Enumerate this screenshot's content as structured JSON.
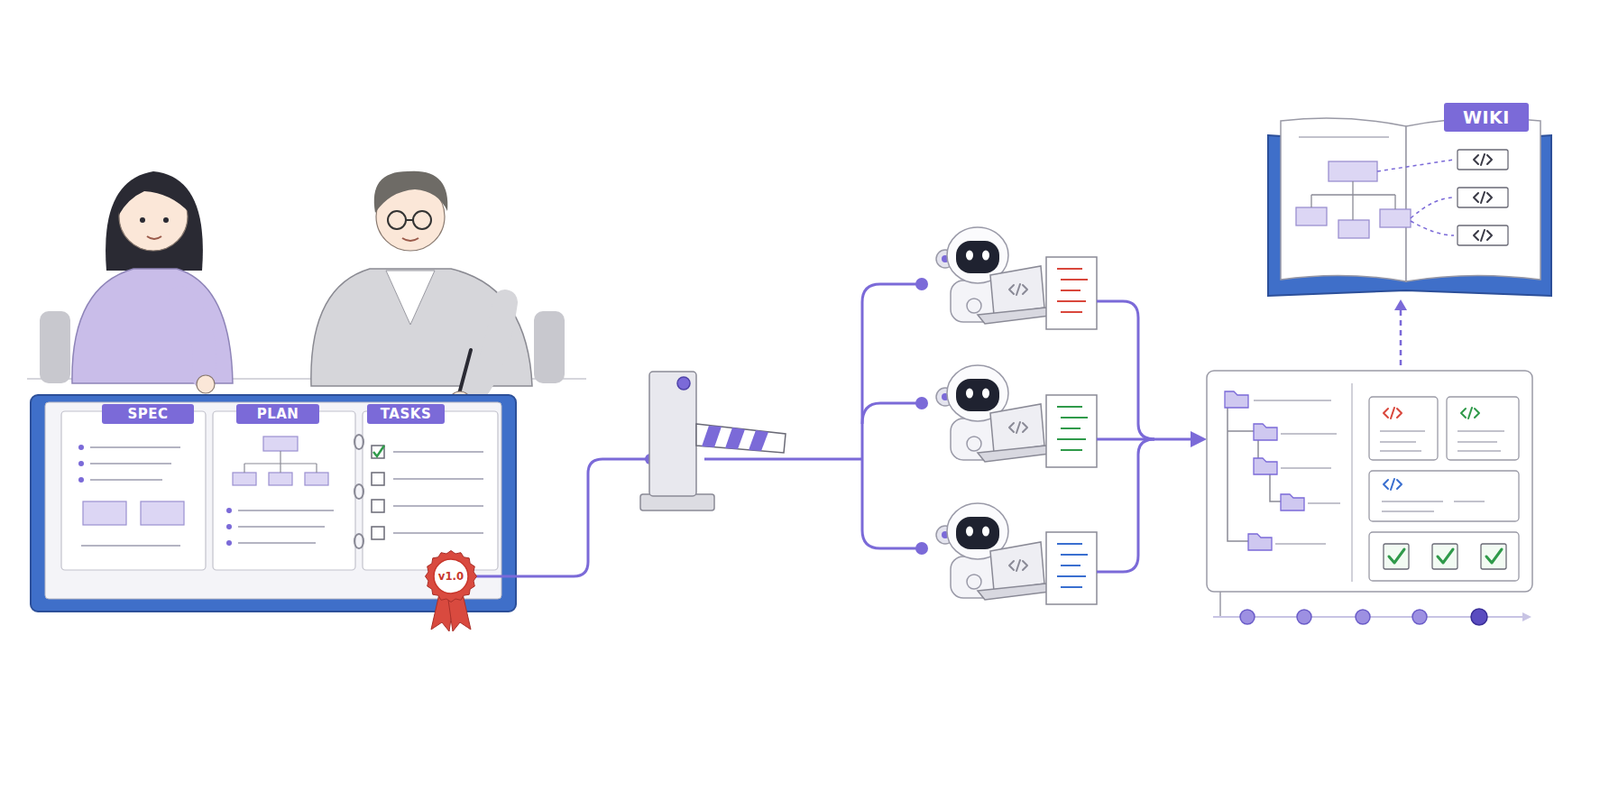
{
  "diagram": {
    "nodes": [
      {
        "text": [
          "SPEC"
        ]
      },
      {
        "text": [
          "PLAN"
        ]
      },
      {
        "text": [
          "TASKS"
        ]
      },
      {
        "text": [
          "v1.0"
        ]
      },
      {
        "text": [
          "WIKI"
        ]
      }
    ]
  }
}
